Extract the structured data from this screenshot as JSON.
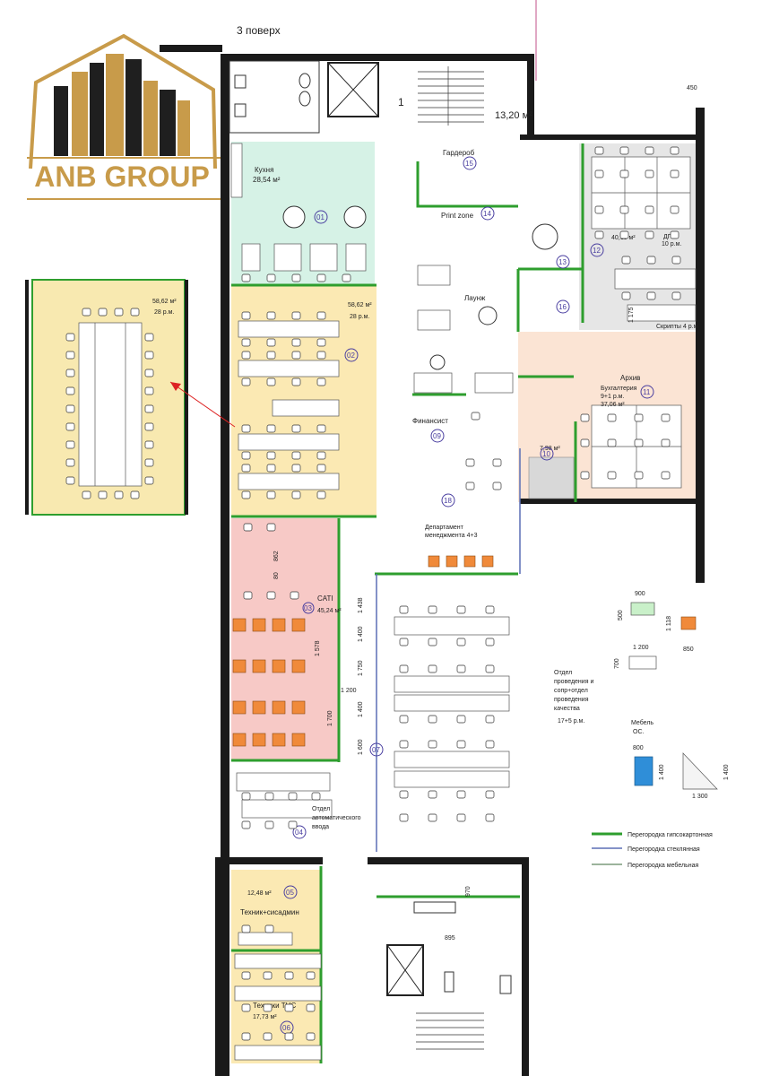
{
  "floor_label": "3 поверх",
  "logo": {
    "text": "ANB GROUP"
  },
  "stair_number": "1",
  "stair_area": "13,20 м²",
  "dimension_450": "450",
  "rooms": {
    "kitchen": {
      "name": "Кухня",
      "area": "28,54 м²",
      "num": "01"
    },
    "open_02": {
      "area": "58,62 м²",
      "seats": "28 р.м.",
      "num": "02"
    },
    "inset": {
      "area": "58,62 м²",
      "seats": "28 р.м."
    },
    "garderob": {
      "name": "Гардероб",
      "num": "15"
    },
    "print": {
      "name": "Print zone",
      "num": "14"
    },
    "lounge": {
      "name": "Лаунж"
    },
    "r13": {
      "num": "13"
    },
    "r16": {
      "num": "16"
    },
    "dp": {
      "area": "40,15 м²",
      "name": "ДП",
      "seats": "10 р.м.",
      "num": "12"
    },
    "scripts": {
      "name": "Скрипты 4 р.м"
    },
    "archive": {
      "name": "Архив"
    },
    "buh": {
      "name": "Бухгалтерия",
      "seats": "9+1 р.м.",
      "area": "37,06 м²",
      "num": "11"
    },
    "r10": {
      "area": "7,98 м²",
      "num": "10"
    },
    "finansist": {
      "name": "Финансист",
      "num": "09"
    },
    "r18": {
      "num": "18"
    },
    "dept_mgmt": {
      "line1": "Департамент",
      "line2": "менеджмента 4+3"
    },
    "cati": {
      "name": "CATI",
      "area": "45,24 м²",
      "num": "03"
    },
    "auto_input": {
      "line1": "Отдел",
      "line2": "автоматического",
      "line3": "ввода",
      "num": "04"
    },
    "r07": {
      "num": "07"
    },
    "quality": {
      "line1": "Отдел",
      "line2": "проведения и",
      "line3": "сопр+отдел",
      "line4": "проведения",
      "line5": "качества",
      "seats": "17+5 р.м."
    },
    "tech": {
      "area": "12,48 м²",
      "name": "Техник+сисадмин",
      "num": "05"
    },
    "tech_tns": {
      "name": "Техники ТНС",
      "area": "17,73 м²",
      "num": "06"
    }
  },
  "dims": {
    "d862": "862",
    "d80": "80",
    "d1438": "1 438",
    "d1400a": "1 400",
    "d1578": "1 578",
    "d1750": "1 750",
    "d1200a": "1 200",
    "d1400b": "1 400",
    "d1700": "1 700",
    "d1600": "1 600",
    "d1175": "1 175",
    "d970": "970",
    "d895": "895"
  },
  "furniture_legend": {
    "w900": "900",
    "h500": "500",
    "w1118": "1 118",
    "w850": "850",
    "w1200": "1 200",
    "h700": "700",
    "mebel_line1": "Мебель",
    "mebel_line2": "ОС.",
    "w800": "800",
    "h1400a": "1 400",
    "h1400b": "1 400",
    "w1300": "1 300"
  },
  "legend": [
    {
      "label": "Перегородка гипсокартонная",
      "color": "#2e9e2e"
    },
    {
      "label": "Перегородка стеклянная",
      "color": "#5b6fb5"
    },
    {
      "label": "Перегородка мебельная",
      "color": "#3a6a3a"
    }
  ],
  "colors": {
    "kitchen": "#d6f2e6",
    "office_yellow": "#fbe9b3",
    "cati_pink": "#f7c9c6",
    "dp_gray": "#e6e6e6",
    "buh_peach": "#fbe4d4",
    "orange_chair": "#f08a3a",
    "inset_fill": "#f8e9b0",
    "green_partition": "#2e9e2e",
    "glass_partition": "#5b6fb5",
    "gold": "#c89b4a",
    "dark": "#1f1f1f"
  }
}
